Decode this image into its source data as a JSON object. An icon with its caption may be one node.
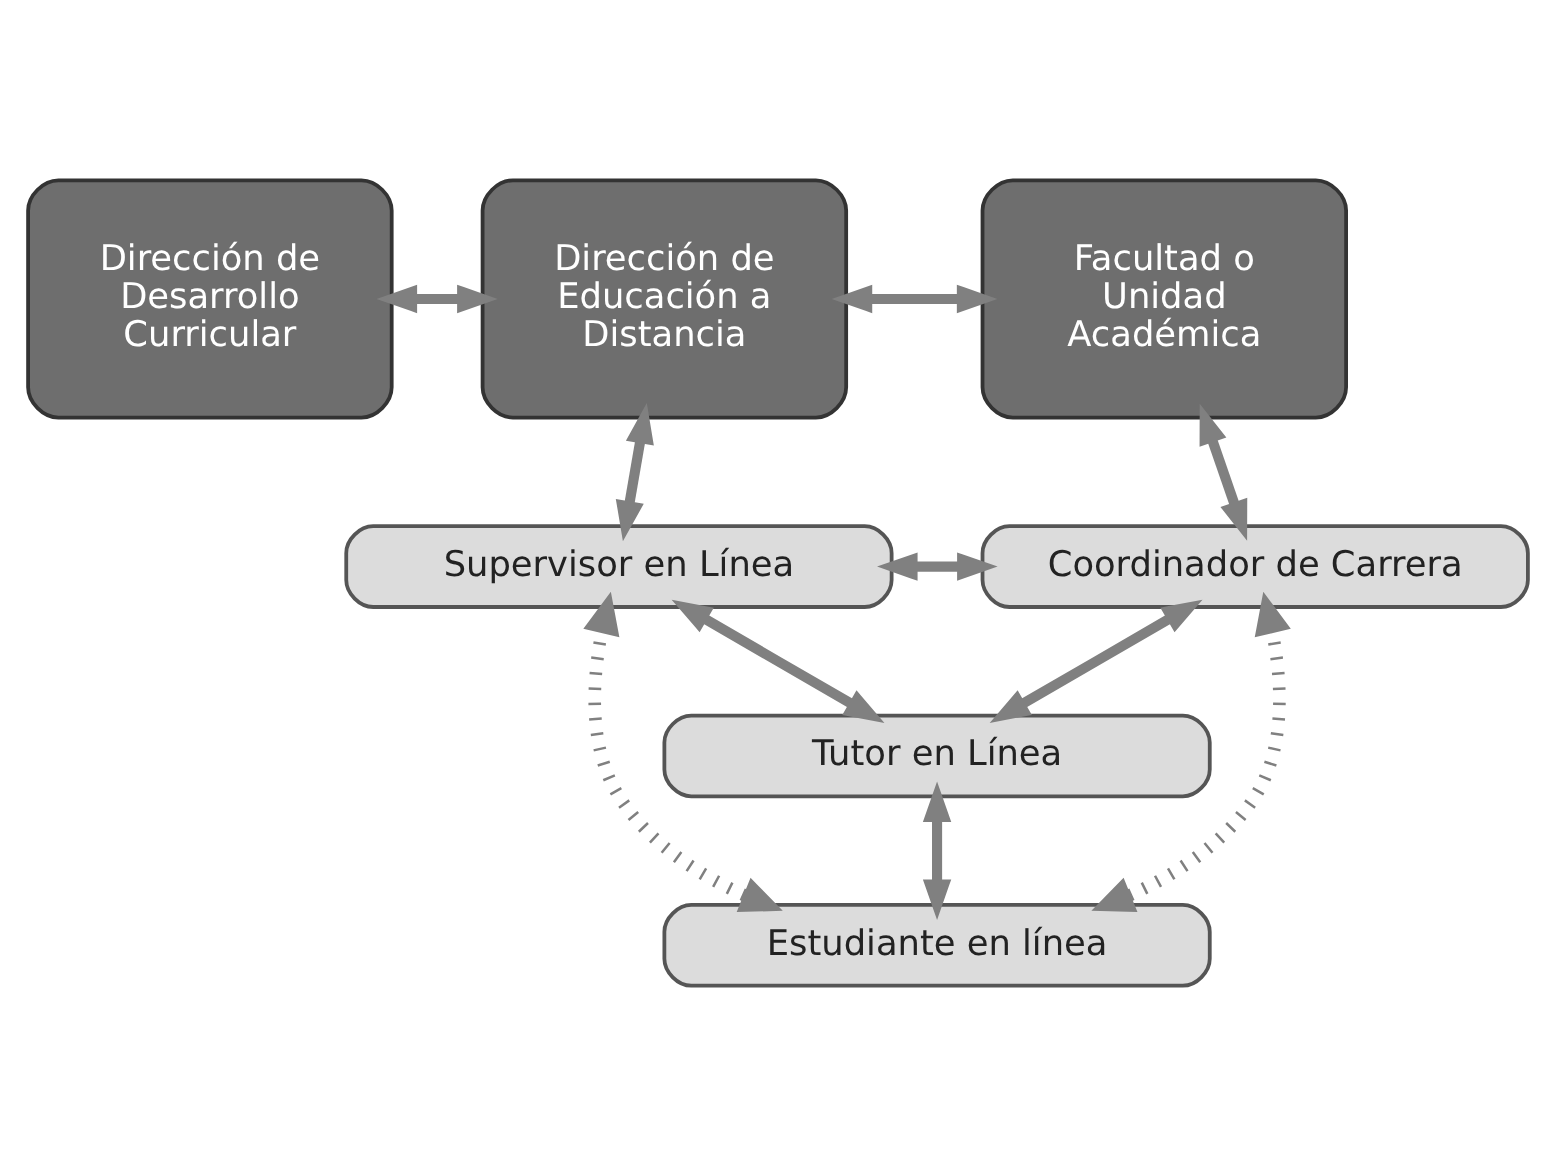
{
  "diagram": {
    "nodes": [
      {
        "text": [
          "Dirección de Desarrollo Curricular"
        ]
      },
      {
        "text": [
          "Dirección de Educación a Distancia"
        ]
      },
      {
        "text": [
          "Facultad o Unidad Académica"
        ]
      },
      {
        "text": [
          "Supervisor en Línea"
        ]
      },
      {
        "text": [
          "Coordinador de Carrera"
        ]
      },
      {
        "text": [
          "Tutor en Línea"
        ]
      },
      {
        "text": [
          "Estudiante en línea"
        ]
      }
    ],
    "edges": [
      {
        "from": 0,
        "to": 1,
        "arrow": "both"
      },
      {
        "from": 1,
        "to": 2,
        "arrow": "both"
      },
      {
        "from": 1,
        "to": 3,
        "arrow": "both"
      },
      {
        "from": 2,
        "to": 4,
        "arrow": "both"
      },
      {
        "from": 3,
        "to": 4,
        "arrow": "both"
      },
      {
        "from": 3,
        "to": 5,
        "arrow": "both"
      },
      {
        "from": 4,
        "to": 5,
        "arrow": "both"
      },
      {
        "from": 3,
        "to": 6,
        "arrow": "both",
        "style": "dashed"
      },
      {
        "from": 4,
        "to": 6,
        "arrow": "both",
        "style": "dashed"
      },
      {
        "from": 5,
        "to": 6,
        "arrow": "both"
      }
    ]
  }
}
